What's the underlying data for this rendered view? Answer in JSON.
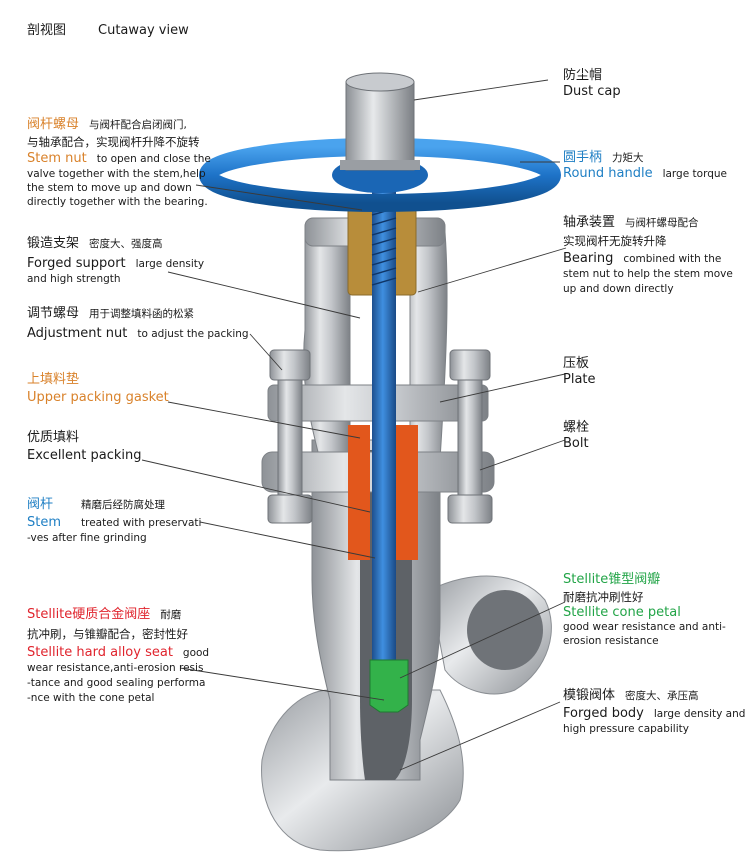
{
  "header": {
    "title_zh": "剖视图",
    "title_en": "Cutaway view"
  },
  "colors": {
    "orange": "#d9822b",
    "blue": "#1f7fc4",
    "red": "#e0242d",
    "green": "#22a447",
    "steel": "#b9bcc0",
    "stem_blue": "#2a6fb8",
    "handwheel": "#1e73c8",
    "packing": "#e2571c",
    "brass": "#b88d3a",
    "stellite_green": "#33b24a"
  },
  "labels": {
    "dust_cap": {
      "zh": "防尘帽",
      "en": "Dust cap"
    },
    "round_handle": {
      "zh": "圆手柄",
      "zh_desc": "力矩大",
      "en": "Round handle",
      "en_desc": "large torque"
    },
    "bearing": {
      "zh": "轴承装置",
      "zh_desc": "与阀杆螺母配合",
      "zh_desc2": "实现阀杆无旋转升降",
      "en": "Bearing",
      "en_desc": "combined with the",
      "en_desc2": "stem nut to help the stem move",
      "en_desc3": "up and down directly"
    },
    "plate": {
      "zh": "压板",
      "en": "Plate"
    },
    "bolt": {
      "zh": "螺栓",
      "en": "Bolt"
    },
    "cone_petal": {
      "zh": "Stellite锥型阀瓣",
      "zh_desc": "耐磨抗冲刷性好",
      "en": "Stellite cone petal",
      "en_desc": "good wear resistance and anti-",
      "en_desc2": "erosion resistance"
    },
    "forged_body": {
      "zh": "模锻阀体",
      "zh_desc": "密度大、承压高",
      "en": "Forged body",
      "en_desc": "large density and",
      "en_desc2": "high pressure capability"
    },
    "stem_nut": {
      "zh": "阀杆螺母",
      "zh_desc": "与阀杆配合启闭阀门,",
      "zh_desc2": "与轴承配合，实现阀杆升降不旋转",
      "en": "Stem nut",
      "en_desc": "to open and close the",
      "en_desc2": "valve together with the stem,help",
      "en_desc3": "the stem to move up and down",
      "en_desc4": "directly together with the bearing."
    },
    "forged_support": {
      "zh": "锻造支架",
      "zh_desc": "密度大、强度高",
      "en": "Forged support",
      "en_desc": "large density",
      "en_desc2": "and high strength"
    },
    "adjustment_nut": {
      "zh": "调节螺母",
      "zh_desc": "用于调整填料函的松紧",
      "en": "Adjustment nut",
      "en_desc": "to adjust the packing"
    },
    "upper_packing": {
      "zh": "上填料垫",
      "en": "Upper packing gasket"
    },
    "excellent_packing": {
      "zh": "优质填料",
      "en": "Excellent packing"
    },
    "stem": {
      "zh": "阀杆",
      "zh_desc": "精磨后经防腐处理",
      "en": "Stem",
      "en_desc": "treated with preservati",
      "en_desc2": "-ves after fine grinding"
    },
    "alloy_seat": {
      "zh": "Stellite硬质合金阀座",
      "zh_desc": "耐磨",
      "zh_desc2": "抗冲刷，与锥瓣配合，密封性好",
      "en": "Stellite hard alloy seat",
      "en_desc": "good",
      "en_desc2": "wear resistance,anti-erosion resis",
      "en_desc3": "-tance and good sealing performa",
      "en_desc4": "-nce with the cone petal"
    }
  }
}
